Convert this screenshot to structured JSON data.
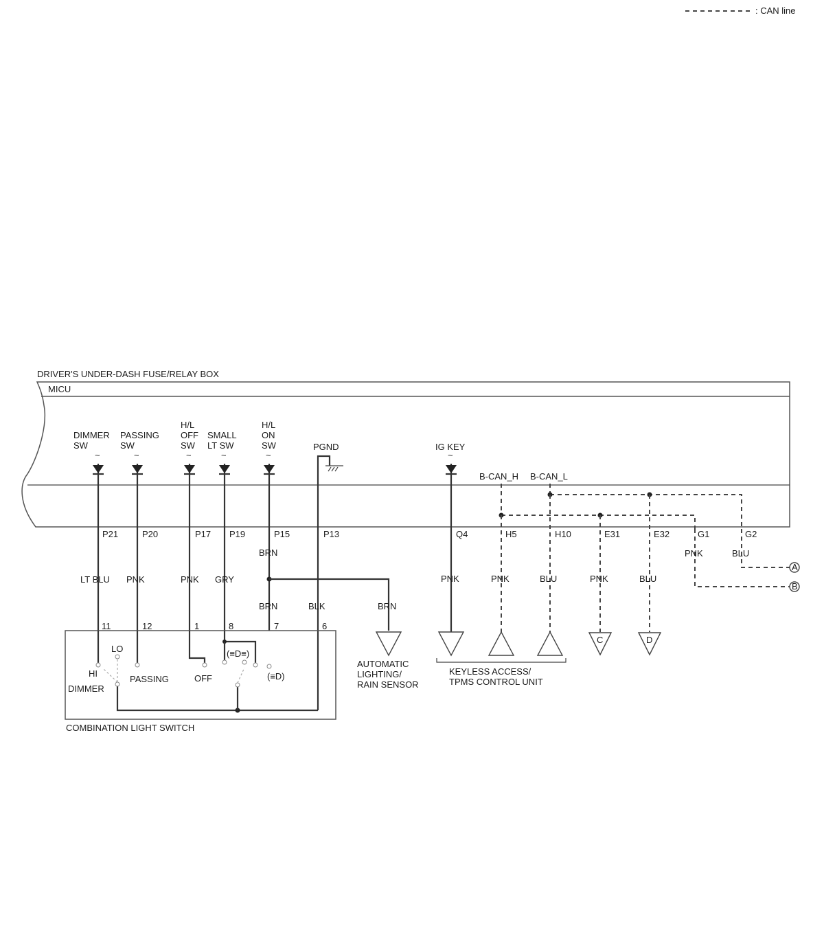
{
  "legend": {
    "can_line": ": CAN line"
  },
  "fuse_box": {
    "title": "DRIVER'S UNDER-DASH FUSE/RELAY BOX",
    "micu": "MICU"
  },
  "inputs": [
    {
      "label1": "DIMMER",
      "label2": "SW",
      "pin": "P21",
      "wire": "LT BLU",
      "sw_pin": "11"
    },
    {
      "label1": "PASSING",
      "label2": "SW",
      "pin": "P20",
      "wire": "PNK",
      "sw_pin": "12"
    },
    {
      "label0": "H/L",
      "label1": "OFF",
      "label2": "SW",
      "pin": "P17",
      "wire": "PNK",
      "sw_pin": "1"
    },
    {
      "label1": "SMALL",
      "label2": "LT SW",
      "pin": "P19",
      "wire": "GRY",
      "sw_pin": "8"
    },
    {
      "label0": "H/L",
      "label1": "ON",
      "label2": "SW",
      "pin": "P15",
      "wire_top": "BRN",
      "wire": "BRN",
      "sw_pin": "7"
    }
  ],
  "pgnd": {
    "label": "PGND",
    "pin": "P13",
    "wire": "BLK",
    "sw_pin": "6"
  },
  "auto_sensor": {
    "wire": "BRN",
    "line1": "AUTOMATIC",
    "line2": "LIGHTING/",
    "line3": "RAIN SENSOR"
  },
  "ig_key": {
    "label": "IG KEY",
    "pin": "Q4",
    "wire": "PNK"
  },
  "can": {
    "h_label": "B-CAN_H",
    "l_label": "B-CAN_L",
    "pins": [
      {
        "pin": "H5",
        "wire": "PNK"
      },
      {
        "pin": "H10",
        "wire": "BLU"
      },
      {
        "pin": "E31",
        "wire": "PNK",
        "conn": "C"
      },
      {
        "pin": "E32",
        "wire": "BLU",
        "conn": "D"
      },
      {
        "pin": "G1",
        "wire": "PNK",
        "conn": "B"
      },
      {
        "pin": "G2",
        "wire": "BLU",
        "conn": "A"
      }
    ]
  },
  "keyless": {
    "line1": "KEYLESS ACCESS/",
    "line2": "TPMS CONTROL UNIT"
  },
  "switch": {
    "title": "COMBINATION LIGHT SWITCH",
    "lo": "LO",
    "hi": "HI",
    "dimmer": "DIMMER",
    "passing": "PASSING",
    "off": "OFF",
    "small_sym": "(≡D≡)",
    "head_sym": "(≡D)"
  }
}
